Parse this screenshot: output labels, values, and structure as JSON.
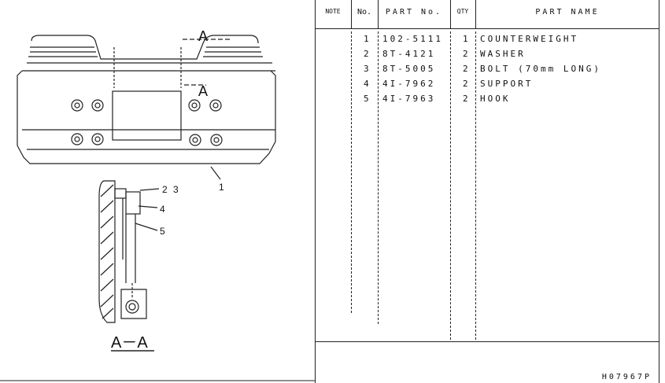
{
  "drawing": {
    "section_marks": [
      "A",
      "A"
    ],
    "section_view_label": "A－A",
    "callouts": [
      "1",
      "2",
      "3",
      "4",
      "5"
    ]
  },
  "table": {
    "headers": {
      "note": "NOTE",
      "no": "No.",
      "part_no": "PART No.",
      "qty": "QTY",
      "part_name": "PART NAME"
    },
    "rows": [
      {
        "no": "1",
        "part_no": "102-5111",
        "qty": "1",
        "part_name": "COUNTERWEIGHT"
      },
      {
        "no": "2",
        "part_no": "8T-4121",
        "qty": "2",
        "part_name": "WASHER"
      },
      {
        "no": "3",
        "part_no": "8T-5005",
        "qty": "2",
        "part_name": "BOLT (70mm LONG)"
      },
      {
        "no": "4",
        "part_no": "4I-7962",
        "qty": "2",
        "part_name": "SUPPORT"
      },
      {
        "no": "5",
        "part_no": "4I-7963",
        "qty": "2",
        "part_name": "HOOK"
      }
    ]
  },
  "drawing_code": "H07967P"
}
